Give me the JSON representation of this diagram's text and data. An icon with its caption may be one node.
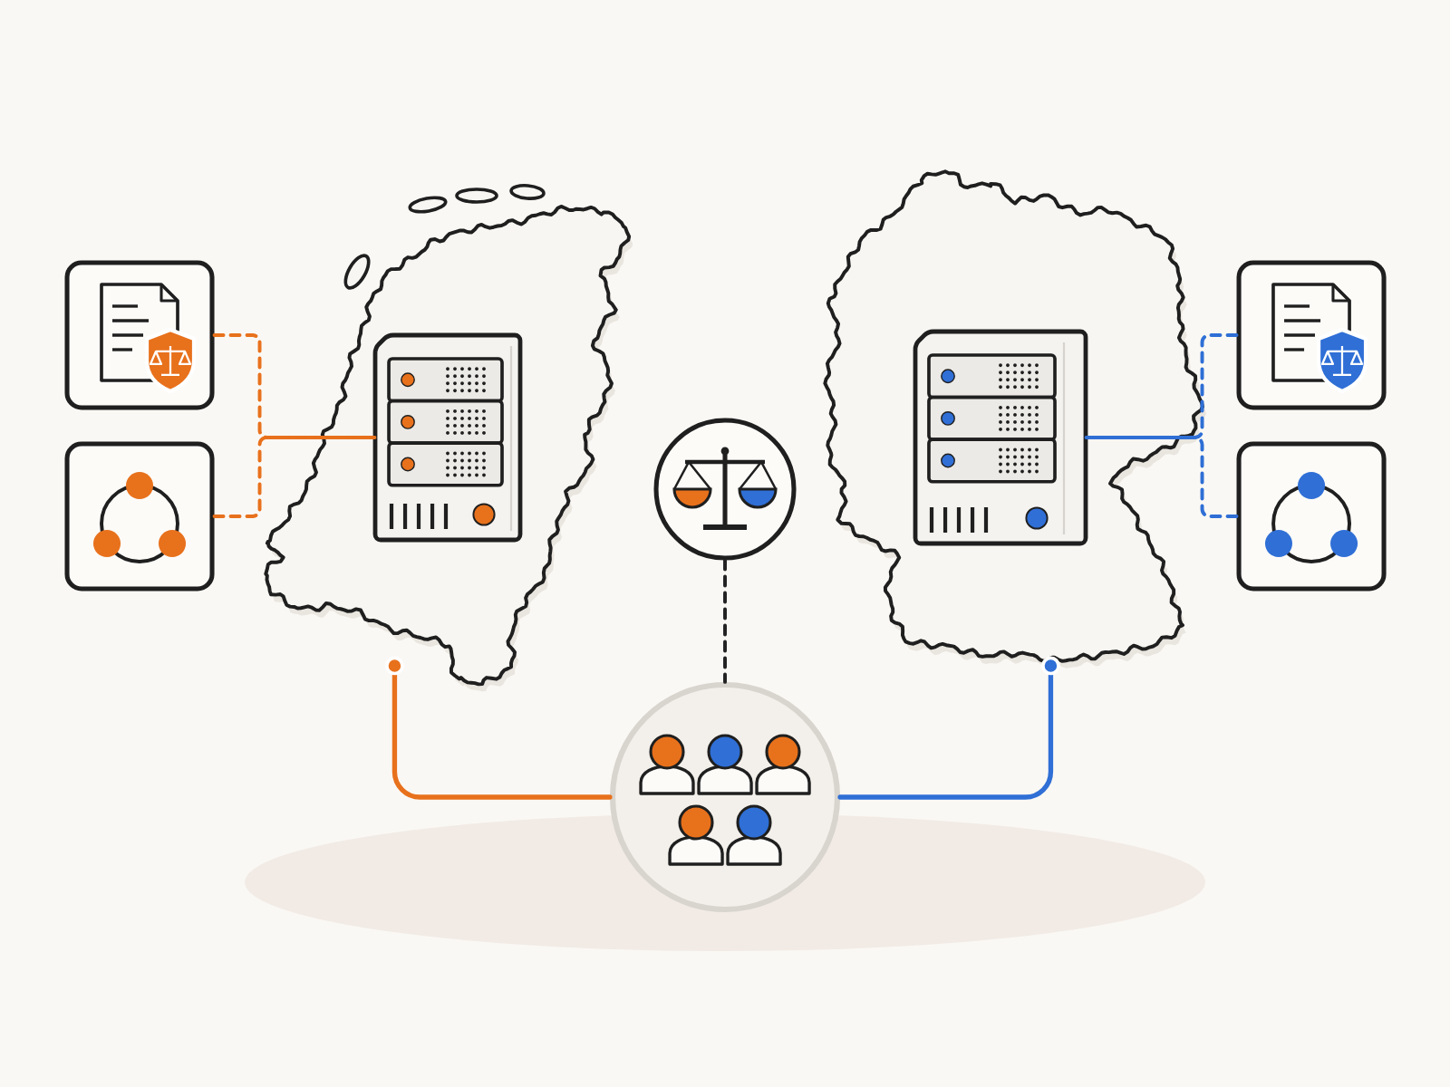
{
  "diagram": {
    "nodes": [
      {
        "text": [],
        "shape": "picture"
      },
      {
        "text": [],
        "shape": "picture",
        "in": 0
      },
      {
        "text": [],
        "shape": "box"
      },
      {
        "text": [],
        "shape": "box"
      },
      {
        "text": [],
        "shape": "picture"
      },
      {
        "text": [],
        "shape": "picture",
        "in": 4
      },
      {
        "text": [],
        "shape": "box"
      },
      {
        "text": [],
        "shape": "box"
      },
      {
        "text": [],
        "shape": "circle"
      },
      {
        "text": [],
        "shape": "circle"
      }
    ],
    "edges": [
      {
        "from": 2,
        "to": 1,
        "arrow": "none",
        "style": "dashed",
        "color": "#e8711c"
      },
      {
        "from": 3,
        "to": 1,
        "arrow": "none",
        "style": "dashed",
        "color": "#e8711c"
      },
      {
        "from": 6,
        "to": 5,
        "arrow": "none",
        "style": "dashed",
        "color": "#2f6fd6"
      },
      {
        "from": 7,
        "to": 5,
        "arrow": "none",
        "style": "dashed",
        "color": "#2f6fd6"
      },
      {
        "from": 8,
        "to": 9,
        "arrow": "none",
        "style": "dashed",
        "color": "#222222"
      },
      {
        "from": 0,
        "to": 9,
        "arrow": "other",
        "color": "#e8711c"
      },
      {
        "from": 4,
        "to": 9,
        "arrow": "other",
        "color": "#2f6fd6"
      }
    ]
  }
}
